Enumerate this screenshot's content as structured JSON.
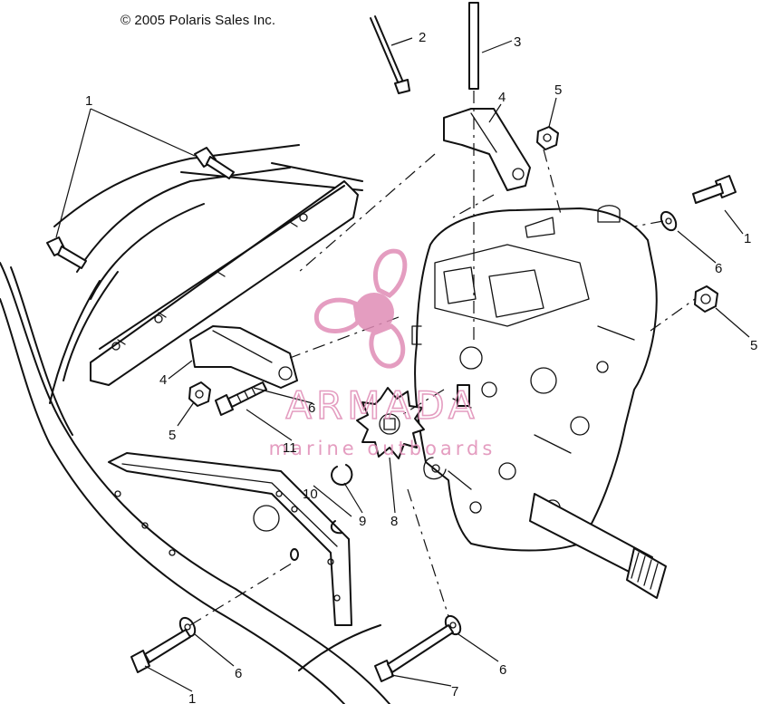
{
  "copyright": "© 2005 Polaris Sales Inc.",
  "watermark": {
    "title": "ARMADA",
    "subtitle": "marine outboards",
    "color": "#e08cb6"
  },
  "callouts": {
    "c1_top": "1",
    "c1_right": "1",
    "c1_bottom": "1",
    "c2": "2",
    "c3": "3",
    "c4_top": "4",
    "c4_left": "4",
    "c5_top": "5",
    "c5_right": "5",
    "c5_left": "5",
    "c6_right": "6",
    "c6_mid": "6",
    "c6_bottom_left": "6",
    "c6_bottom_right": "6",
    "c7": "7",
    "c8": "8",
    "c9": "9",
    "c10": "10",
    "c11": "11"
  }
}
